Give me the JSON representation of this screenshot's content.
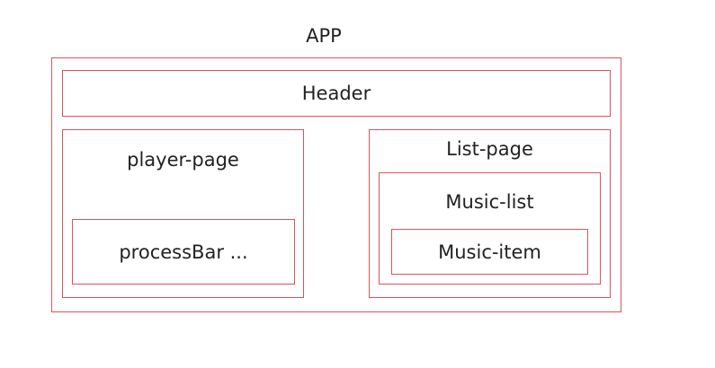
{
  "diagram": {
    "app_label": "APP",
    "header_label": "Header",
    "player_page_label": "player-page",
    "process_bar_label": "processBar ...",
    "list_page_label": "List-page",
    "music_list_label": "Music-list",
    "music_item_label": "Music-item",
    "border_color": "#d9545e",
    "text_color": "#222222"
  }
}
